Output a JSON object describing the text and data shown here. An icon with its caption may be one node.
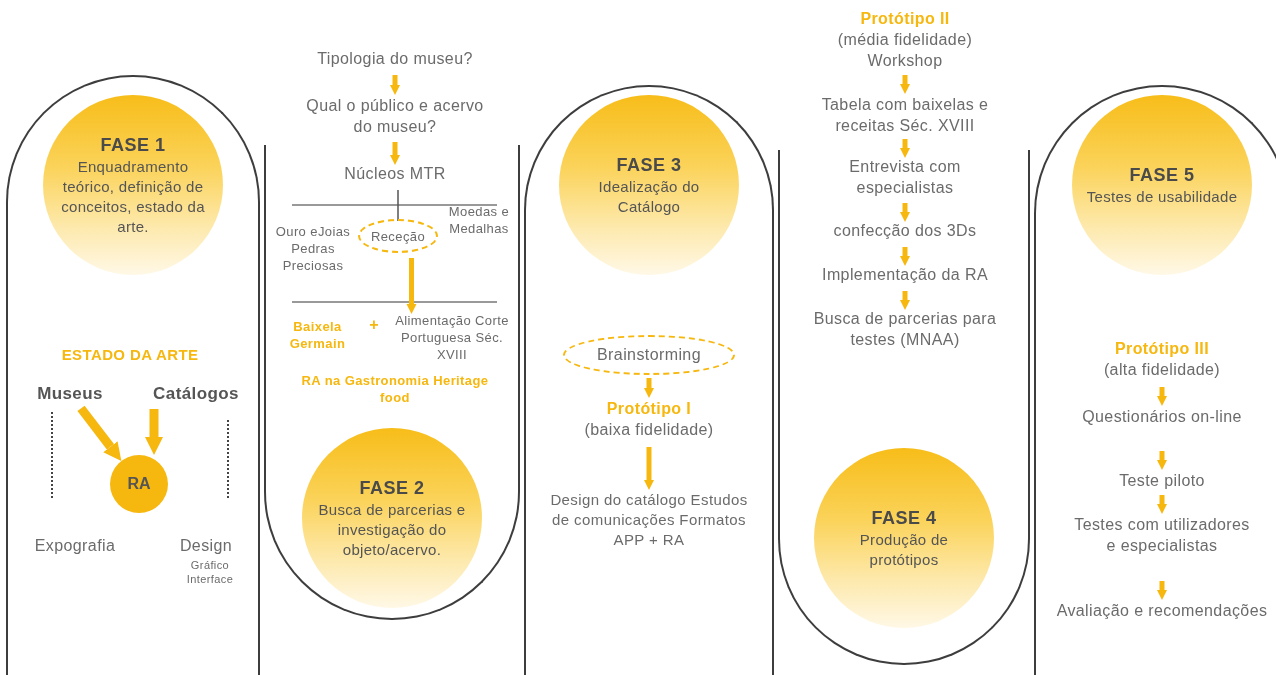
{
  "diagram": {
    "nodes": [
      {
        "text": [],
        "shape": "box"
      },
      {
        "text": [
          "FASE 1",
          "Enquadramento teórico, definição de conceitos, estado da arte."
        ],
        "in": 0
      },
      {
        "text": [
          "Museus"
        ],
        "in": 0
      },
      {
        "text": [
          "Catálogos"
        ],
        "in": 0
      },
      {
        "text": [
          "RA"
        ],
        "in": 0
      },
      {
        "text": [],
        "shape": "box"
      },
      {
        "text": [
          "Tipologia do museu?"
        ]
      },
      {
        "text": [
          "Qual o público e acervo do museu?"
        ]
      },
      {
        "text": [
          "Núcleos MTR"
        ],
        "in": 5
      },
      {
        "text": [
          "Ouro eJoias Pedras Preciosas"
        ],
        "in": 5
      },
      {
        "text": [
          "Receção"
        ],
        "in": 5
      },
      {
        "text": [
          "Moedas e Medalhas"
        ],
        "in": 5
      },
      {
        "text": [
          "Baixela Germain"
        ],
        "in": 5
      },
      {
        "text": [
          "Alimentação Corte Portuguesa Séc. XVIII"
        ],
        "in": 5
      },
      {
        "text": [
          "RA na Gastronomia Heritage food"
        ],
        "in": 5
      },
      {
        "text": [
          "FASE 2",
          "Busca de parcerias e investigação do objeto/acervo."
        ],
        "in": 5
      },
      {
        "text": [],
        "shape": "box"
      },
      {
        "text": [
          "FASE 3",
          "Idealização do Catálogo"
        ],
        "in": 16
      },
      {
        "text": [
          "Brainstorming"
        ],
        "in": 16
      },
      {
        "text": [
          "Protótipo I",
          "(baixa fidelidade)"
        ],
        "in": 16
      },
      {
        "text": [
          "Design do catálogo Estudos de comunicações Formatos APP + RA"
        ],
        "in": 16
      },
      {
        "text": [],
        "shape": "box"
      },
      {
        "text": [
          "Protótipo II",
          "(média fidelidade)",
          "Workshop"
        ]
      },
      {
        "text": [
          "Tabela com baixelas e receitas Séc. XVIII"
        ]
      },
      {
        "text": [
          "Entrevista com especialistas"
        ],
        "in": 21
      },
      {
        "text": [
          "confecção dos 3Ds"
        ],
        "in": 21
      },
      {
        "text": [
          "Implementação da RA"
        ],
        "in": 21
      },
      {
        "text": [
          "Busca de parcerias para testes (MNAA)"
        ],
        "in": 21
      },
      {
        "text": [
          "FASE 4",
          "Produção de protótipos"
        ],
        "in": 21
      },
      {
        "text": [],
        "shape": "box"
      },
      {
        "text": [
          "FASE 5",
          "Testes de usabilidade"
        ],
        "in": 29
      },
      {
        "text": [
          "Protótipo III",
          "(alta fidelidade)"
        ],
        "in": 29
      },
      {
        "text": [
          "Questionários on-line"
        ],
        "in": 29
      },
      {
        "text": [
          "Teste piloto"
        ],
        "in": 29
      },
      {
        "text": [
          "Testes com utilizadores e especialistas"
        ],
        "in": 29
      },
      {
        "text": [
          "Avaliação e recomendações"
        ],
        "in": 29
      }
    ],
    "edges": [
      {
        "from": 2,
        "to": 4,
        "arrow": "to",
        "style": "thick"
      },
      {
        "from": 3,
        "to": 4,
        "arrow": "to",
        "style": "thick"
      },
      {
        "from": 6,
        "to": 7,
        "arrow": "to"
      },
      {
        "from": 7,
        "to": 8,
        "arrow": "to"
      },
      {
        "from": 8,
        "to": 10,
        "arrow": "none",
        "color": "#555555"
      },
      {
        "from": 10,
        "to": 13,
        "arrow": "to"
      },
      {
        "from": 18,
        "to": 19,
        "arrow": "to"
      },
      {
        "from": 19,
        "to": 20,
        "arrow": "to"
      },
      {
        "from": 22,
        "to": 23,
        "arrow": "to"
      },
      {
        "from": 23,
        "to": 24,
        "arrow": "to"
      },
      {
        "from": 24,
        "to": 25,
        "arrow": "to"
      },
      {
        "from": 25,
        "to": 26,
        "arrow": "to"
      },
      {
        "from": 26,
        "to": 27,
        "arrow": "to"
      },
      {
        "from": 31,
        "to": 32,
        "arrow": "to"
      },
      {
        "from": 32,
        "to": 33,
        "arrow": "to"
      },
      {
        "from": 33,
        "to": 34,
        "arrow": "to"
      },
      {
        "from": 34,
        "to": 35,
        "arrow": "to"
      }
    ],
    "labels": [
      "ESTADO DA ARTE",
      "Expografia",
      "Design",
      "Gráfico Interface",
      "+"
    ]
  }
}
